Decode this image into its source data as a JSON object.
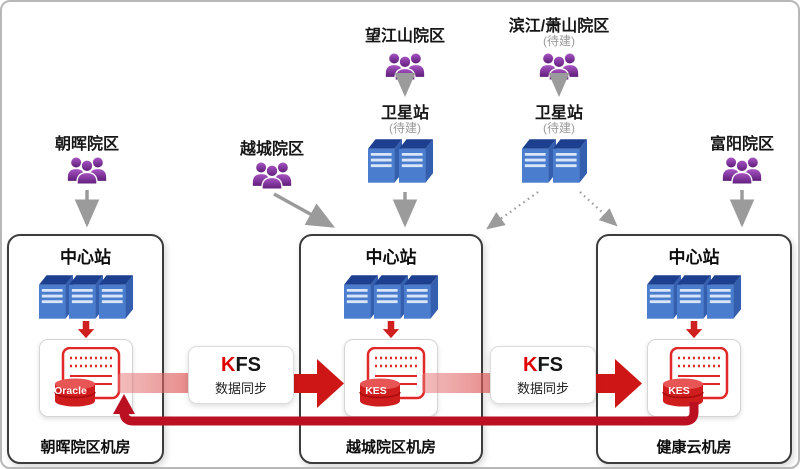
{
  "campuses": {
    "wangjiangshan": {
      "label": "望江山院区"
    },
    "binjiang": {
      "label": "滨江/萧山院区",
      "pending": "(待建)"
    },
    "zhaohui": {
      "label": "朝晖院区"
    },
    "yuecheng": {
      "label": "越城院区"
    },
    "fuyang": {
      "label": "富阳院区"
    }
  },
  "satellites": {
    "wangjiangshan": {
      "label": "卫星站",
      "pending": "(待建)"
    },
    "binjiang": {
      "label": "卫星站",
      "pending": "(待建)"
    }
  },
  "stations": {
    "left": {
      "title": "中心站",
      "db": "Oracle",
      "room": "朝晖院区机房"
    },
    "middle": {
      "title": "中心站",
      "db": "KES",
      "room": "越城院区机房"
    },
    "right": {
      "title": "中心站",
      "db": "KES",
      "room": "健康云机房"
    }
  },
  "sync": {
    "k": "K",
    "fs": "FS",
    "label": "数据同步"
  },
  "icons": {
    "people": "people-group-icon",
    "server": "server-icon",
    "database": "database-server-icon",
    "down_arrow": "down-arrow-icon"
  },
  "colors": {
    "accent_red": "#d01f1f",
    "dark_red": "#b50d1d",
    "purple": "#8637a0",
    "server_blue": "#4a7dcd",
    "gray_arrow": "#9b9b9b"
  }
}
